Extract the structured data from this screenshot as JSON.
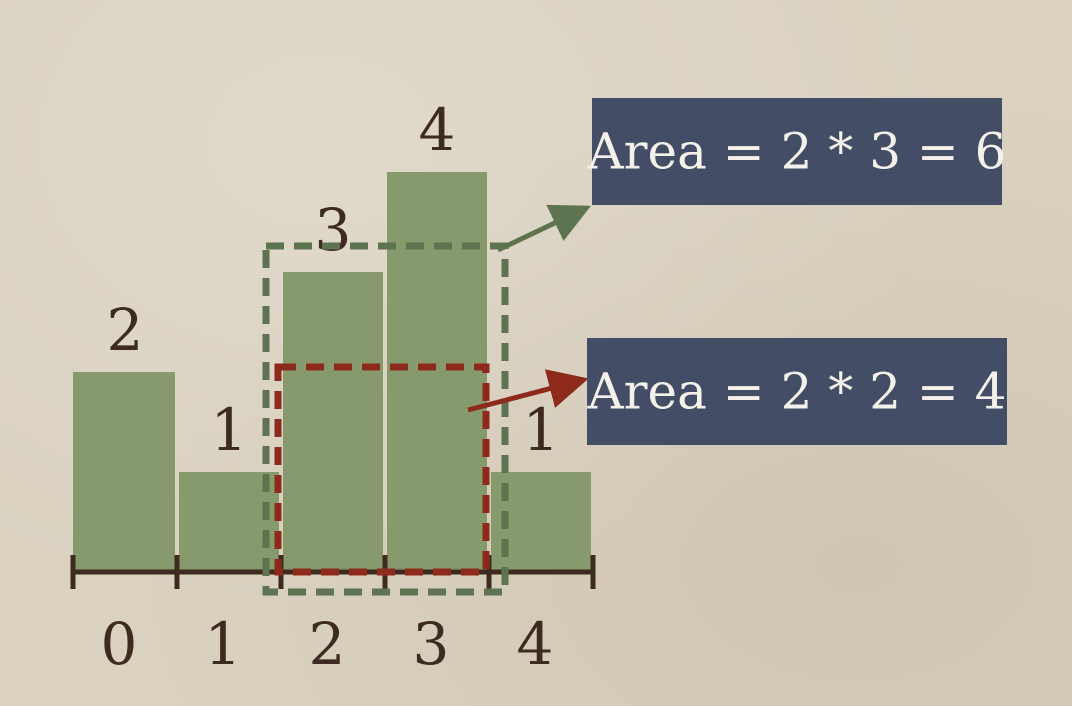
{
  "chart_data": {
    "type": "bar",
    "categories": [
      "0",
      "1",
      "2",
      "3",
      "4"
    ],
    "values": [
      2,
      1,
      3,
      4,
      1
    ],
    "ylim": [
      0,
      4.05
    ],
    "bar_color": "#869a6d",
    "axis_color": "#3f2a20",
    "highlights": [
      {
        "from_index": 2,
        "to_index": 3,
        "height": 3,
        "color": "#5e7350",
        "label": "Area = 2 * 3 = 6"
      },
      {
        "from_index": 2,
        "to_index": 3,
        "height": 2,
        "color": "#8e2a1c",
        "label": "Area = 2 * 2 = 4"
      }
    ],
    "callout_bg": "#434e66"
  }
}
